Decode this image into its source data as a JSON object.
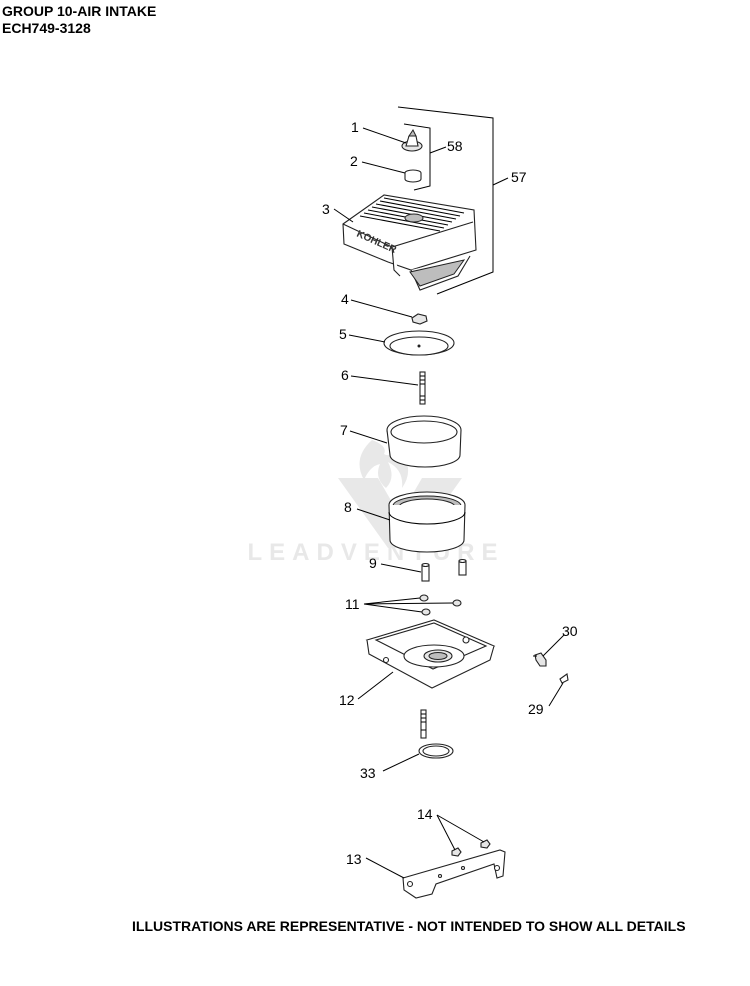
{
  "header": {
    "group_title": "GROUP 10-AIR INTAKE",
    "model_code": "ECH749-3128"
  },
  "watermark": {
    "text": "LEADVENTURE"
  },
  "cover_brand": "KOHLER",
  "callouts": {
    "c1": "1",
    "c2": "2",
    "c3": "3",
    "c4": "4",
    "c5": "5",
    "c6": "6",
    "c7": "7",
    "c8": "8",
    "c9": "9",
    "c11": "11",
    "c12": "12",
    "c13": "13",
    "c14": "14",
    "c29": "29",
    "c30": "30",
    "c33": "33",
    "c57": "57",
    "c58": "58"
  },
  "footer": {
    "disclaimer": "ILLUSTRATIONS ARE REPRESENTATIVE - NOT INTENDED TO SHOW ALL DETAILS"
  },
  "colors": {
    "line": "#000000",
    "part_fill": "#ffffff",
    "watermark": "#e8e8e8"
  }
}
